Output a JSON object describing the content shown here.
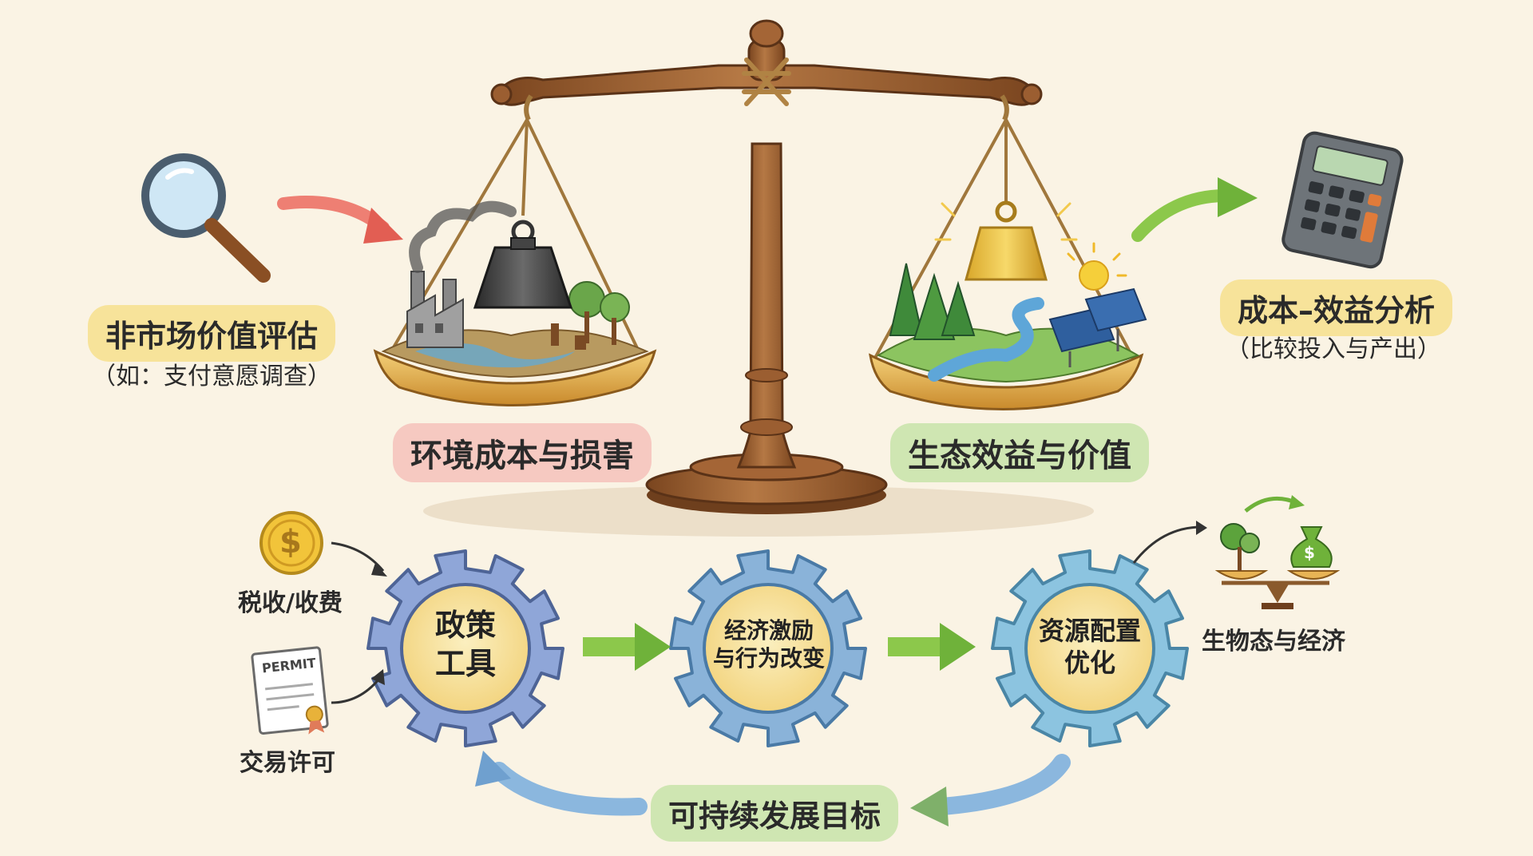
{
  "left": {
    "title": "非市场价值评估",
    "subtitle": "（如：支付意愿调查）"
  },
  "right": {
    "title": "成本–效益分析",
    "subtitle": "（比较投入与产出）"
  },
  "pans": {
    "cost_label": "环境成本与损害",
    "benefit_label": "生态效益与价值"
  },
  "inputs": {
    "tax_label": "税收/收费",
    "permit_label": "交易许可",
    "permit_doc_text": "PERMIT",
    "coin_symbol": "$",
    "bag_symbol": "$"
  },
  "gears": [
    {
      "line1": "政策",
      "line2": "工具"
    },
    {
      "line1": "经济激励",
      "line2": "与行为改变"
    },
    {
      "line1": "资源配置",
      "line2": "优化"
    }
  ],
  "outcome_label": "生物态与经济",
  "goal_label": "可持续发展目标",
  "colors": {
    "background": "#faf3e4",
    "wood": "#a8683a",
    "wood_dark": "#6e3f1d",
    "pan_gold": "#e8b455",
    "cost_pill": "#f6c9c1",
    "benefit_pill": "#cfe6b2",
    "yellow_pill": "#f7e39a",
    "gear_blue": "#8ab3d9",
    "gear_center": "#f7e3a0",
    "arrow_green": "#8cc84b",
    "arrow_red": "#ee7f73",
    "arrow_blue": "#8bb7de"
  },
  "icons": [
    "magnifier-icon",
    "calculator-icon",
    "coin-icon",
    "permit-document-icon",
    "money-bag-icon",
    "tree-icon",
    "factory-icon",
    "solar-panel-icon",
    "sun-icon",
    "weight-icon"
  ]
}
